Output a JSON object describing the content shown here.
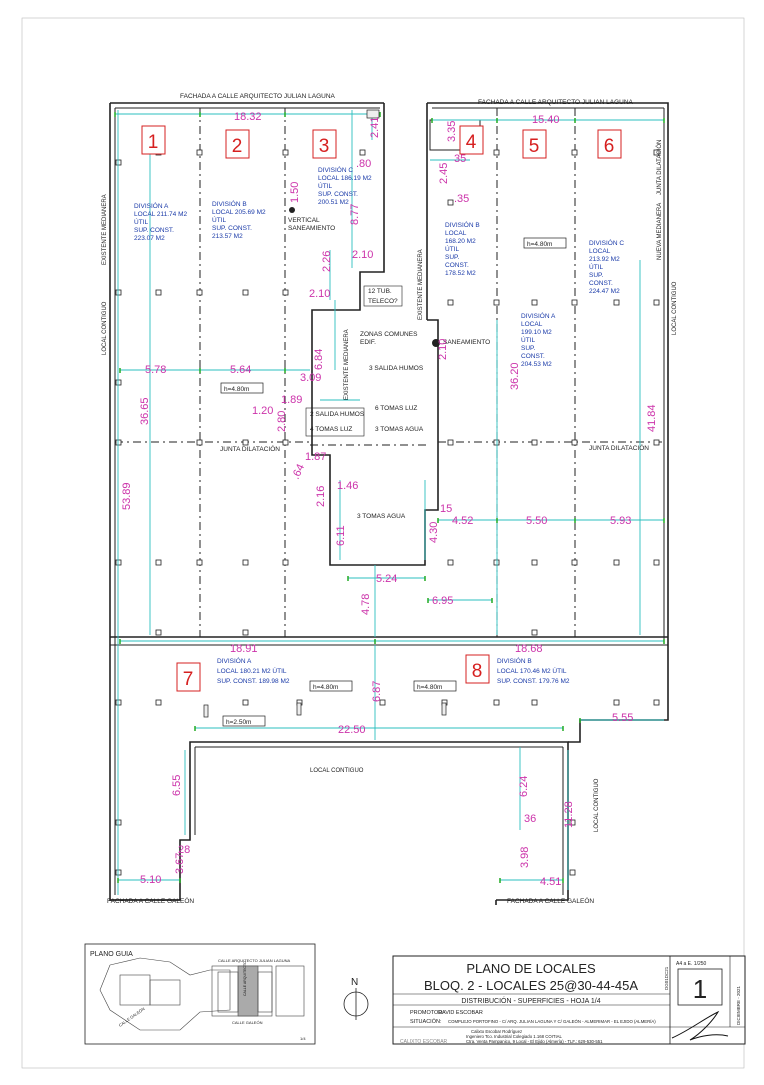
{
  "colors": {
    "wall": "#222222",
    "dimension": "#cc33aa",
    "dimline": "#2bbfbf",
    "division_text": "#1a3aa8",
    "unit_number": "#d62020",
    "green_tick": "#22aa22"
  },
  "facades": {
    "top_left": "FACHADA A CALLE ARQUITECTO JULIAN LAGUNA",
    "top_right": "FACHADA A CALLE ARQUITECTO JULIAN LAGUNA",
    "bottom_left": "FACHADA A CALLE GALEÓN",
    "bottom_right": "FACHADA A CALLE GALEÓN"
  },
  "side_labels": {
    "left_medianera": "EXISTENTE MEDIANERA",
    "left_local": "LOCAL CONTIGUO",
    "right_medianera": "NUEVA MEDIANERA",
    "right_junta": "JUNTA DILATACIÓN",
    "right_local": "LOCAL CONTIGUO",
    "center_medianera_1": "EXISTENTE MEDIANERA",
    "center_medianera_2": "EXISTENTE MEDIANERA",
    "bottom_local_right": "LOCAL CONTIGUO",
    "bottom_local_center": "LOCAL CONTIGUO"
  },
  "units": [
    "1",
    "2",
    "3",
    "4",
    "5",
    "6",
    "7",
    "8"
  ],
  "divisions": {
    "u1": [
      "DIVISIÓN A",
      "LOCAL 211.74 M2",
      "ÚTIL",
      "SUP. CONST.",
      "223.07 M2"
    ],
    "u2": [
      "DIVISIÓN B",
      "LOCAL 205.69 M2",
      "ÚTIL",
      "SUP. CONST.",
      "213.57 M2"
    ],
    "u3": [
      "DIVISIÓN C",
      "LOCAL 186.19 M2",
      "ÚTIL",
      "SUP. CONST.",
      "200.51 M2"
    ],
    "u4": [
      "DIVISIÓN B",
      "LOCAL",
      "168.20 M2",
      "ÚTIL",
      "SUP.",
      "CONST.",
      "178.52 M2"
    ],
    "u5": [
      "DIVISIÓN A",
      "LOCAL",
      "199.10 M2",
      "ÚTIL",
      "SUP.",
      "CONST.",
      "204.53 M2"
    ],
    "u6": [
      "DIVISIÓN C",
      "LOCAL",
      "213.92 M2",
      "ÚTIL",
      "SUP.",
      "CONST.",
      "224.47 M2"
    ],
    "u7": [
      "DIVISIÓN A",
      "LOCAL 180.21 M2 ÚTIL",
      "SUP. CONST. 189.98 M2"
    ],
    "u8": [
      "DIVISIÓN B",
      "LOCAL 170.46 M2 ÚTIL",
      "SUP. CONST. 179.76 M2"
    ]
  },
  "heights": {
    "h1": "h=4.80m",
    "h2": "h=4.80m",
    "h3": "h=4.80m",
    "h4": "h=4.80m",
    "h5": "h=2.50m"
  },
  "notes": {
    "vertical": "VERTICAL",
    "saneamiento_1": "SANEAMIENTO",
    "saneamiento_2": "SANEAMIENTO",
    "tub_1": "12 TUB.",
    "tub_2": "TELECO?",
    "zonas_1": "ZONAS COMUNES",
    "zonas_2": "EDIF.",
    "salida_humos_3": "3 SALIDA HUMOS",
    "tomas_luz_6": "6 TOMAS LUZ",
    "salida_humos_2": "2 SALIDA HUMOS",
    "tomas_luz_4": "4 TOMAS LUZ",
    "tomas_agua_3a": "3 TOMAS AGUA",
    "tomas_agua_3b": "3 TOMAS AGUA",
    "junta_left": "JUNTA DILATACIÓN",
    "junta_right": "JUNTA DILATACIÓN"
  },
  "dims": {
    "d1832": "18.32",
    "d241": "2.41",
    "d80": ".80",
    "d150": "1.50",
    "d877": "8.77",
    "d226": "2.26",
    "d210a": "2.10",
    "d210b": "2.10",
    "d335": "3.35",
    "d1540": "15.40",
    "d35a": "35",
    "d245": "2.45",
    "d35b": ".35",
    "d578": "5.78",
    "d564": "5.64",
    "d3665": "36.65",
    "d5389": "53.89",
    "d684": "6.84",
    "d309": "3.09",
    "d189": "1.89",
    "d120": "1.20",
    "d280": "2.80",
    "d64": ".64",
    "d187": "1.87",
    "d216": "2.16",
    "d146": "1.46",
    "d611": "6.11",
    "d524": "5.24",
    "d478": "4.78",
    "d210c": "2.10",
    "d15": "15",
    "d430": "4.30",
    "d452": "4.52",
    "d550": "5.50",
    "d593": "5.93",
    "d3620": "36.20",
    "d4184": "41.84",
    "d695": "6.95",
    "d1891": "18.91",
    "d1868": "18.68",
    "d687": "6.87",
    "d2250": "22.50",
    "d555": "5.55",
    "d655": "6.55",
    "d367": "3.67",
    "d28": "28",
    "d510": "5.10",
    "d624": "6.24",
    "d36": "36",
    "d1128": "11.28",
    "d398": "3.98",
    "d451": "4.51"
  },
  "key_plan": {
    "title": "PLANO GUIA",
    "street_1": "CALLE ARQUITECTO JULIAN LAGUNA",
    "street_2": "CALLE GALEÓN",
    "street_3": "CALLE ARQUITECTO",
    "street_4": "CALLE GALEÓN",
    "sheet": "1/4"
  },
  "north": "N",
  "title_block": {
    "title_1": "PLANO DE LOCALES",
    "title_2": "BLOQ. 2 - LOCALES 25@30-44-45A",
    "subtitle": "DISTRIBUCIÓN - SUPERFICIES - HOJA 1/4",
    "promotor_label": "PROMOTOR:",
    "promotor": "DAVID ESCOBAR",
    "situacion_label": "SITUACIÓN:",
    "situacion": "COMPLEJO PORTOFINO - C/ ARQ. JULIAN LAGUNA Y C/ GALEÓN - ALMERIMAR - EL EJIDO (ALMERÍA)",
    "engineer_1": "Calixto Escobar Rodríguez",
    "engineer_2": "Ingeniero Tco. Industrial Colegiado 1.168 COITIAL",
    "engineer_3": "Ctra. Venta Pampanico, 9 Local - El Ejido (Almería) - TLF.: 629-530-551",
    "logo": "CALIXTO ESCOBAR",
    "scale": "A4 a E. 1/250",
    "sheet_number": "1",
    "code": "DG01DC21",
    "date": "DICIEMBRE - 2021"
  }
}
